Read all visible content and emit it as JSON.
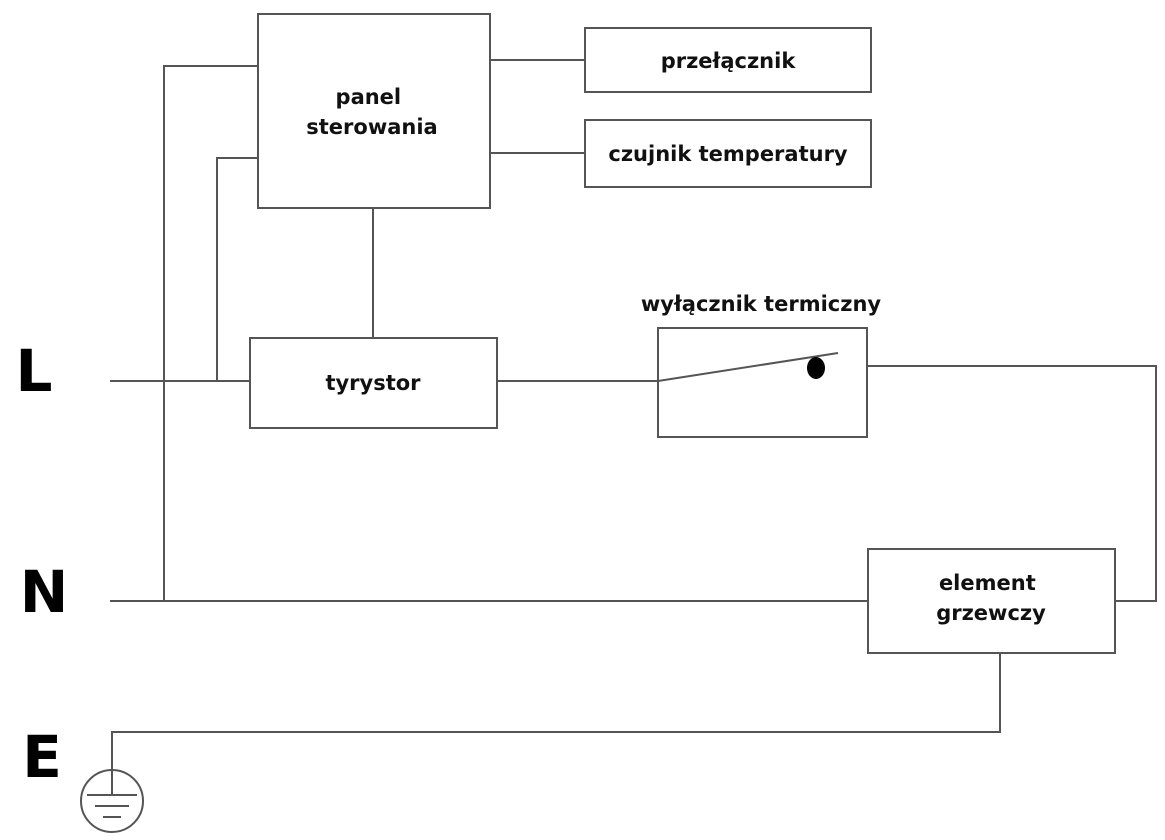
{
  "terminals": {
    "line": "L",
    "neutral": "N",
    "earth": "E"
  },
  "blocks": {
    "control_panel": [
      "panel",
      "sterowania"
    ],
    "switch": [
      "przełącznik"
    ],
    "temperature_sensor": [
      "czujnik temperatury"
    ],
    "thyristor": [
      "tyrystor"
    ],
    "heating_element": [
      "element",
      "grzewczy"
    ]
  },
  "thermal_cutout_label": "wyłącznik termiczny",
  "icons": {
    "ground": "ground-icon",
    "switch_contact": "switch-contact-icon"
  },
  "colors": {
    "wire": "#555555",
    "text": "#111111",
    "background": "#ffffff"
  }
}
